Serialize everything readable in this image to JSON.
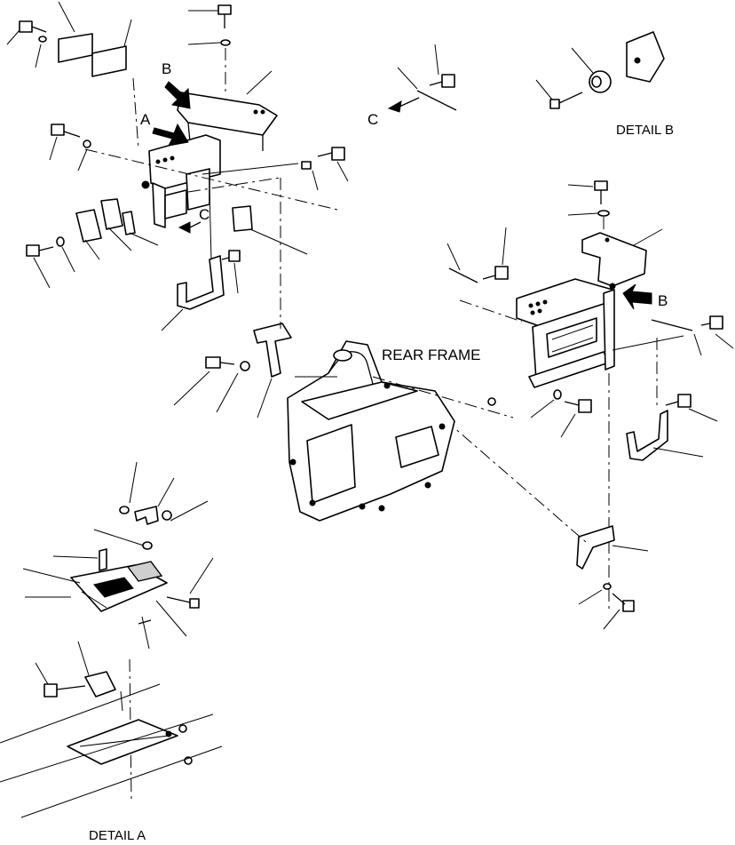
{
  "labels": {
    "rear_frame": "REAR FRAME",
    "detail_a": "DETAIL A",
    "detail_b": "DETAIL B",
    "view_a": "A",
    "view_b_left": "B",
    "view_b_right": "B",
    "view_c_top": "C",
    "view_c_mid": "C"
  },
  "colors": {
    "ink": "#000000",
    "paper": "#ffffff",
    "shade": "#cfcfcf"
  }
}
